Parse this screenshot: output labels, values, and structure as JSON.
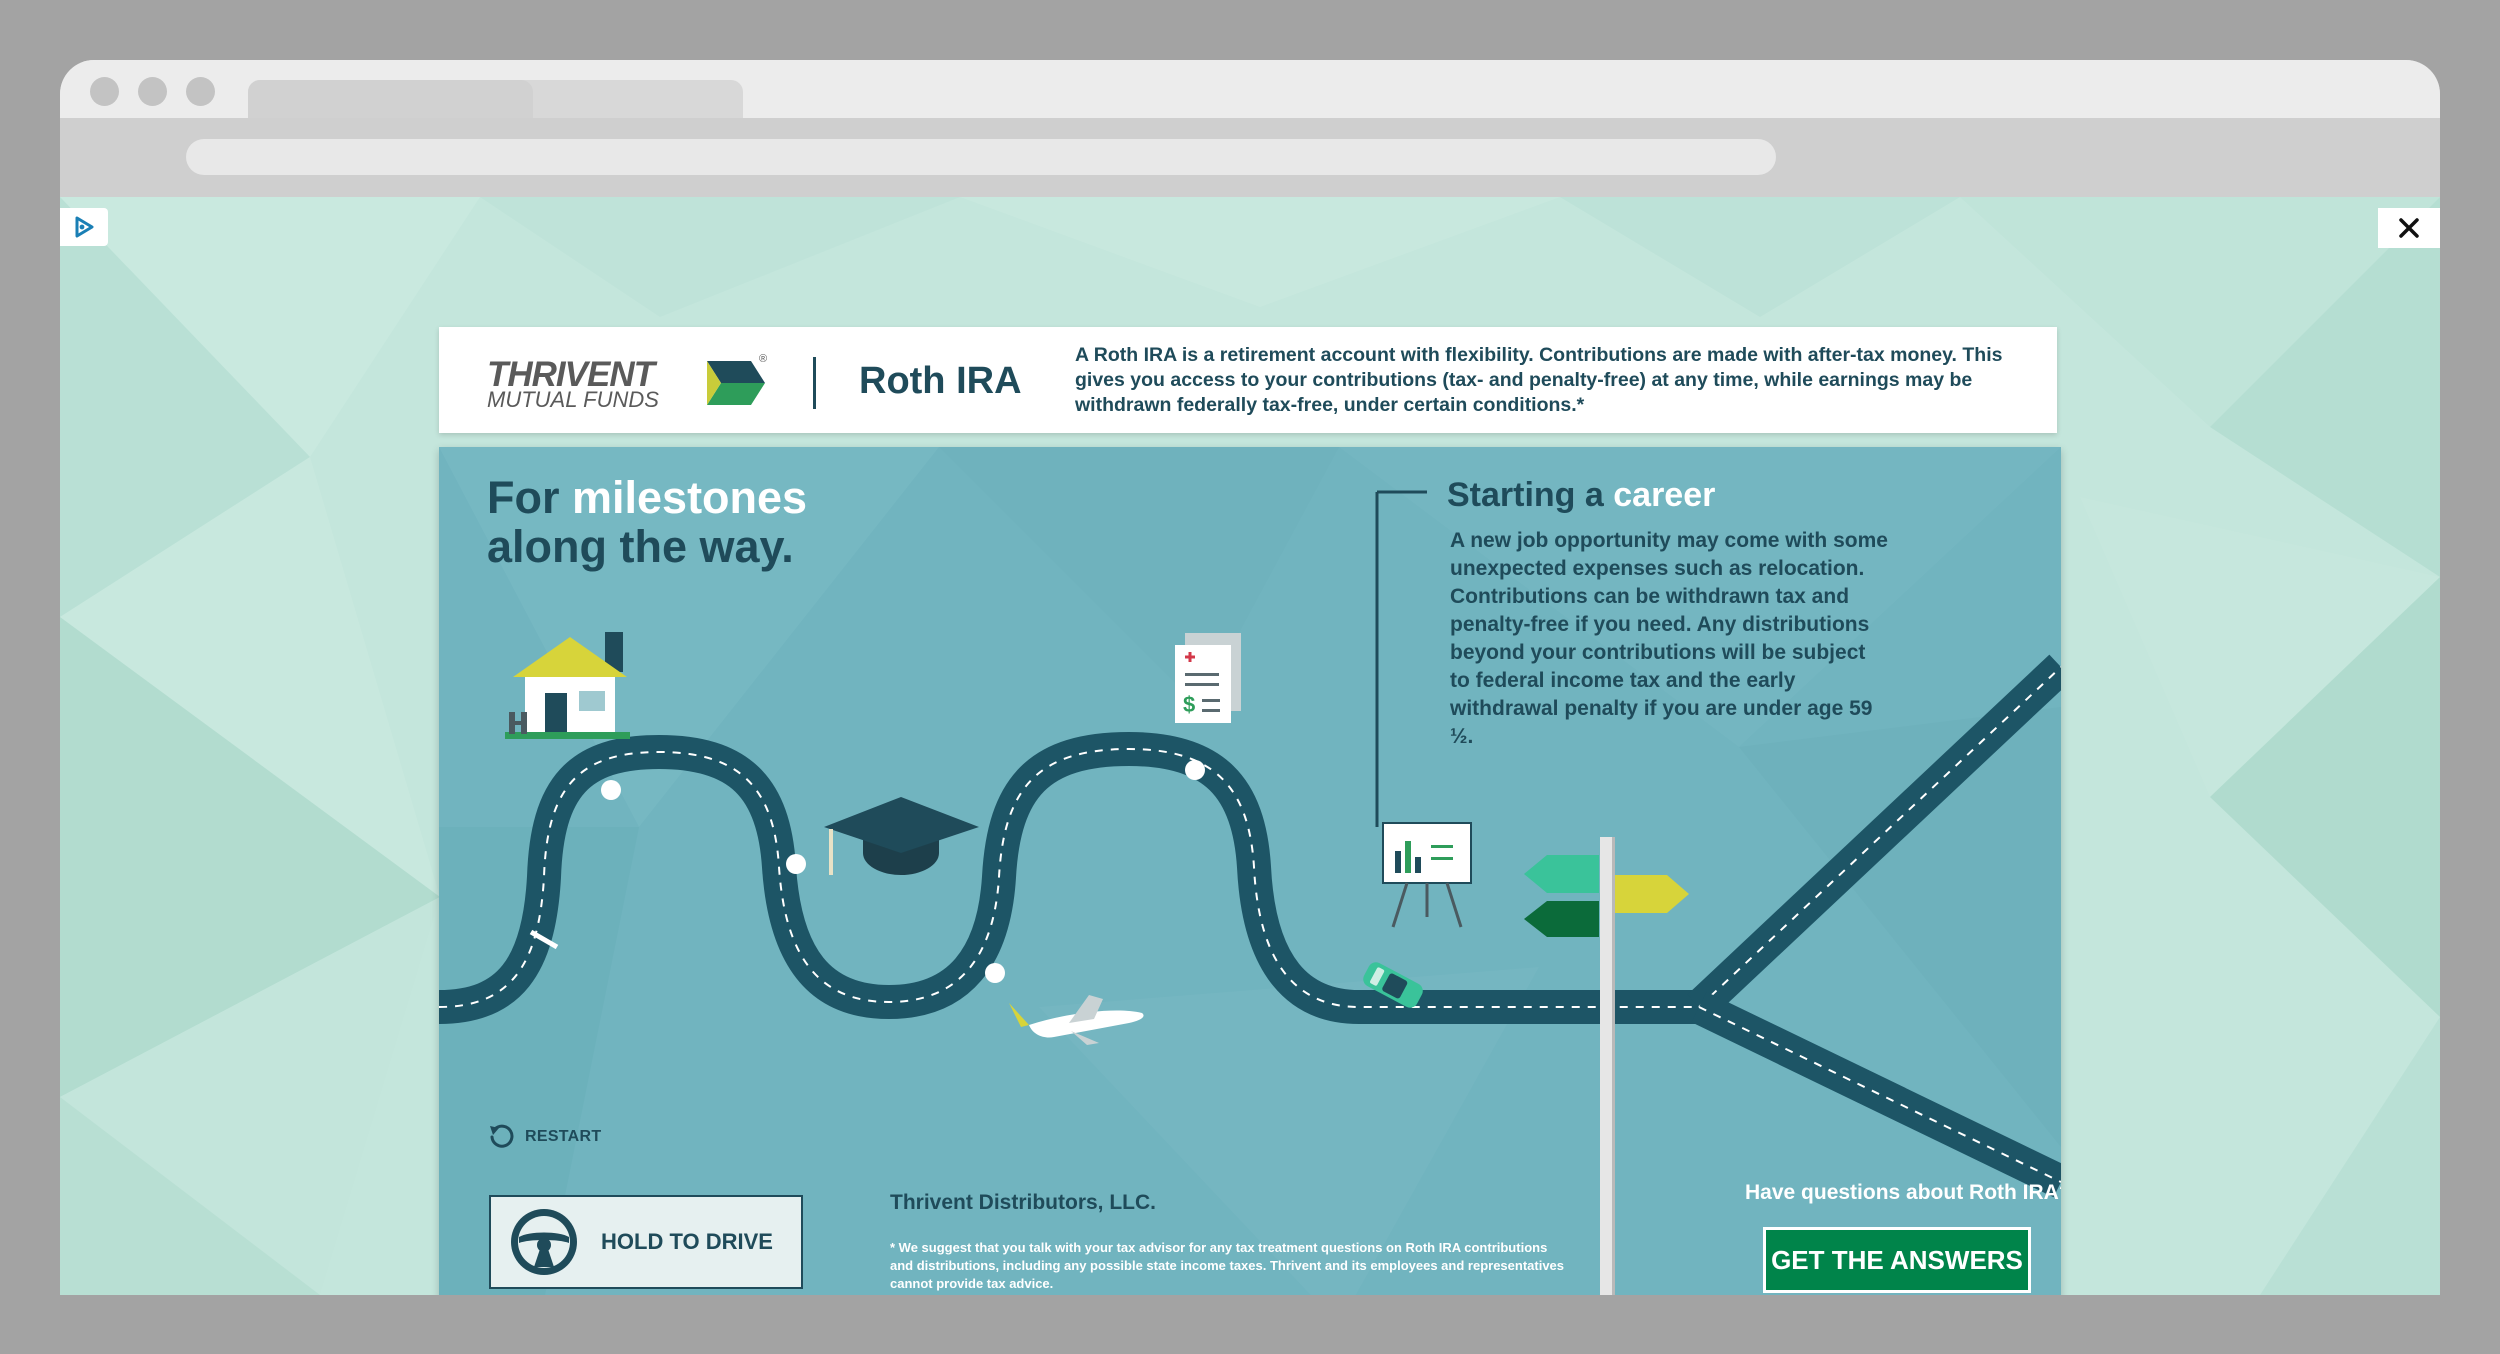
{
  "browser": {
    "window_controls": [
      "close-dot",
      "minimize-dot",
      "maximize-dot"
    ]
  },
  "ad": {
    "adchoices_icon": "adchoices-triangle-icon",
    "close_icon": "close-x-icon"
  },
  "header": {
    "logo_line1": "THRIVENT",
    "logo_line2": "MUTUAL FUNDS",
    "logo_registered": "®",
    "title": "Roth IRA",
    "description": "A Roth IRA is a retirement account with flexibility. Contributions are made with after-tax money. This gives you access to your contributions (tax- and penalty-free) at any time, while earnings may be withdrawn federally tax-free, under certain conditions.*"
  },
  "main": {
    "headline_part1": "For ",
    "headline_highlight": "milestones",
    "headline_part2": "along the way.",
    "milestone_title_part1": "Starting a ",
    "milestone_title_highlight": "career",
    "milestone_text": "A new job opportunity may come with some unexpected expenses such as relocation. Contributions can be withdrawn tax and penalty-free if you need. Any distributions beyond your contributions will be subject to federal income tax and the early withdrawal penalty if you are under age 59 ½.",
    "restart_label": "RESTART",
    "hold_to_drive_label": "HOLD TO DRIVE",
    "distributor": "Thrivent Distributors, LLC.",
    "disclaimer": "* We suggest that you talk with your tax advisor for any tax treatment questions on Roth IRA contributions and distributions, including any possible state income taxes.  Thrivent and its employees and representatives cannot provide tax advice.",
    "questions_text": "Have questions about Roth IRA?",
    "cta_label": "GET THE ANSWERS"
  },
  "icons": [
    "house-icon",
    "graduation-cap-icon",
    "document-icon",
    "airplane-icon",
    "presentation-easel-icon",
    "car-icon",
    "signpost-icon",
    "restart-icon",
    "steering-wheel-icon"
  ],
  "colors": {
    "navy": "#1f4b5a",
    "panel_teal": "#71b4bf",
    "road": "#1d5566",
    "cta_green": "#00844a",
    "background_mint": "#c4e6dc"
  }
}
